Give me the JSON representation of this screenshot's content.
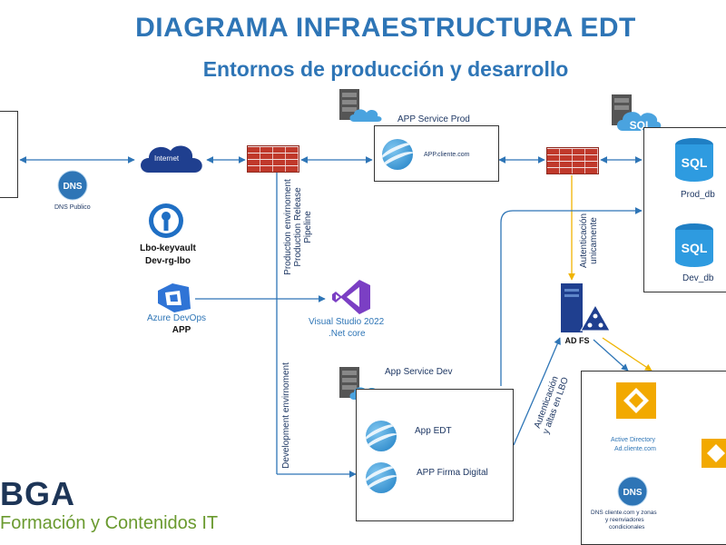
{
  "header": {
    "title": "DIAGRAMA INFRAESTRUCTURA EDT",
    "subtitle": "Entornos de producción y desarrollo"
  },
  "nodes": {
    "internet": "Internet",
    "dns_publico": "DNS Publico",
    "keyvault": "Lbo-keyvault",
    "keyvault_rg": "Dev-rg-lbo",
    "azure_devops": "Azure DevOps",
    "azure_devops_sub": "APP",
    "visual_studio": "Visual Studio 2022",
    "visual_studio_sub": ".Net core",
    "app_service_prod": "APP Service Prod",
    "app_cliente": "APP.cliente.com",
    "app_service_dev": "App Service Dev",
    "app_edt": "App EDT",
    "app_firma": "APP Firma Digital",
    "sql_tag": "SQL",
    "sql_prod_icon": "SQL",
    "prod_db": "Prod_db",
    "sql_dev_icon": "SQL",
    "dev_db": "Dev_db",
    "adfs": "AD FS",
    "active_directory": "Active Directory",
    "active_directory_domain": "Ad.cliente.com",
    "dns_cliente_line1": "DNS cliente.com y zonas",
    "dns_cliente_line2": "y reenviadores",
    "dns_cliente_line3": "condicionales",
    "dns_cliente_icon": "DNS",
    "dns_publico_icon": "DNS"
  },
  "edge_labels": {
    "production_line1": "Production envirnoment",
    "production_line2": "Production Release",
    "production_line3": "Pipeline",
    "development": "Development envirnoment",
    "autenticacion_line1": "Autenticación",
    "autenticacion_line2": "unicamente",
    "autenticacion_lbo_line1": "Autenticación",
    "autenticacion_lbo_line2": "y altas en LBO"
  },
  "branding": {
    "name": "BGA",
    "tagline": "Formación y Contenidos IT"
  },
  "colors": {
    "title": "#2e75b6",
    "line": "#2e75b6",
    "auth_line": "#f0b400",
    "firewall": "#c0392b",
    "brand_green": "#6a9a2f"
  }
}
